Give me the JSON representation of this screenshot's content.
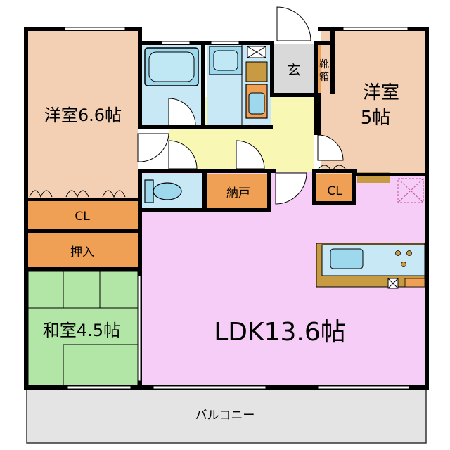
{
  "rooms": {
    "western_left": "洋室6.6帖",
    "western_right_line1": "洋室",
    "western_right_line2": "5帖",
    "japanese": "和室4.5帖",
    "ldk": "LDK13.6帖",
    "closet_left": "CL",
    "closet_right": "CL",
    "oshiire": "押入",
    "storage": "納戸",
    "entrance": "玄",
    "shoe_box_line1": "靴",
    "shoe_box_line2": "箱",
    "balcony": "バルコニー"
  },
  "colors": {
    "wall": "#000000",
    "western": "#f3cfb4",
    "tatami": "#b2e6a6",
    "ldk": "#f6cdf6",
    "closet": "#f0a055",
    "hall": "#f8f8b4",
    "bath": "#c9e8f6",
    "fixture": "#9ed8ec",
    "entrance": "#d9d9d9",
    "kitchen_counter": "#c89a42",
    "balcony": "#e4e4e4"
  }
}
